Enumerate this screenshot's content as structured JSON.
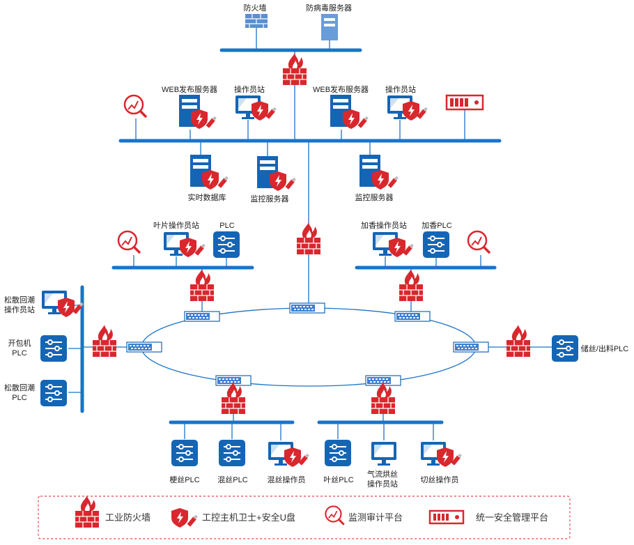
{
  "colors": {
    "bus": "#1a73c8",
    "red": "#d9272e",
    "icon_blue": "#1565b5",
    "switch_bg": "#e6eef7",
    "legend_border": "#e0454b"
  },
  "top_zone": {
    "firewall_label": "防火墙",
    "av_server_label": "防病毒服务器"
  },
  "mgmt_zone": {
    "web_server_1": "WEB发布服务器",
    "operator_station_1": "操作员站",
    "web_server_2": "WEB发布服务器",
    "operator_station_2": "操作员站",
    "realtime_db": "实时数据库",
    "monitor_server_1": "监控服务器",
    "monitor_server_2": "监控服务器"
  },
  "left_zone": {
    "leaf_operator_station": "叶片操作员站",
    "plc": "PLC"
  },
  "right_zone": {
    "flavor_operator_station": "加香操作员站",
    "flavor_plc": "加香PLC"
  },
  "west_zone": {
    "loose_moist_station_line1": "松散回潮",
    "loose_moist_station_line2": "操作员站",
    "unpack_plc_line1": "开包机",
    "unpack_plc_line2": "PLC",
    "loose_moist_plc_line1": "松散回潮",
    "loose_moist_plc_line2": "PLC"
  },
  "east_zone": {
    "storage_plc": "储丝/出料PLC"
  },
  "bottom_left_zone": {
    "stem_plc": "梗丝PLC",
    "mix_plc": "混丝PLC",
    "mix_operator": "混丝操作员"
  },
  "bottom_right_zone": {
    "leaf_plc": "叶丝PLC",
    "airflow_station_line1": "气流烘丝",
    "airflow_station_line2": "操作员站",
    "cut_operator": "切丝操作员"
  },
  "legend": {
    "industrial_firewall": "工业防火墙",
    "host_guard": "工控主机卫士+安全U盘",
    "audit_platform": "监测审计平台",
    "unified_mgmt": "统一安全管理平台"
  }
}
